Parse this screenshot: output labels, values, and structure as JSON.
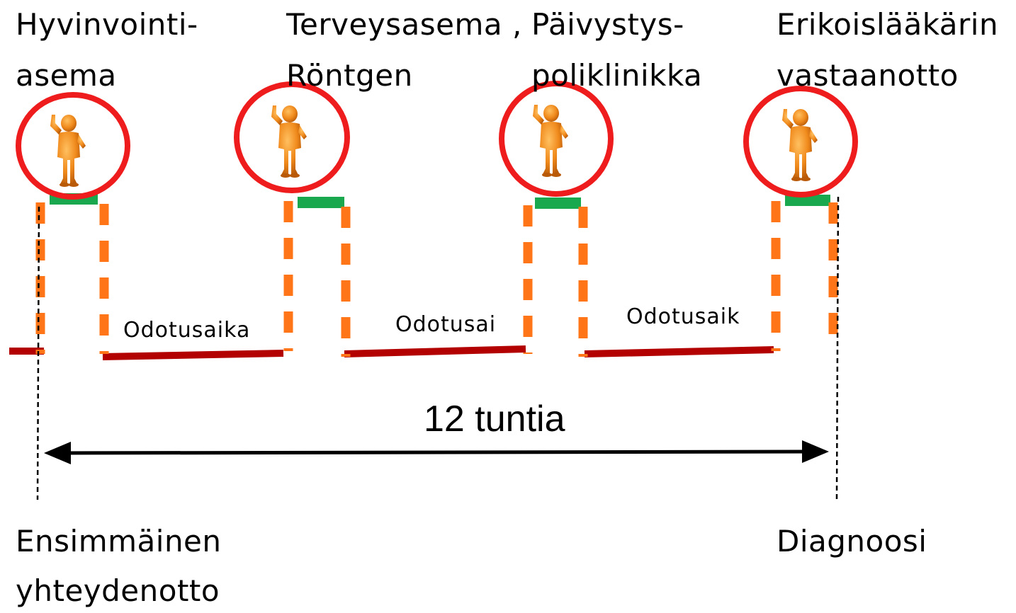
{
  "stations": [
    {
      "line1": "Hyvinvointi-",
      "line2": "asema"
    },
    {
      "line1": "Terveysasema ,",
      "line2": "Röntgen"
    },
    {
      "line1": "Päivystys-",
      "line2": "poliklinikka"
    },
    {
      "line1": "Erikoislääkärin",
      "line2": "vastaanotto"
    }
  ],
  "waits": [
    "Odotusaika",
    "Odotusai",
    "Odotusaik"
  ],
  "duration": "12 tuntia",
  "start": {
    "line1": "Ensimmäinen",
    "line2": "yhteydenotto"
  },
  "end": "Diagnoosi",
  "colors": {
    "circle": "#ee1c1c",
    "dash": "#ff7518",
    "visit": "#1aa84f",
    "wait_line": "#b30000",
    "figure": "#f08a1c"
  },
  "icon": "person-thumbs-up-icon"
}
